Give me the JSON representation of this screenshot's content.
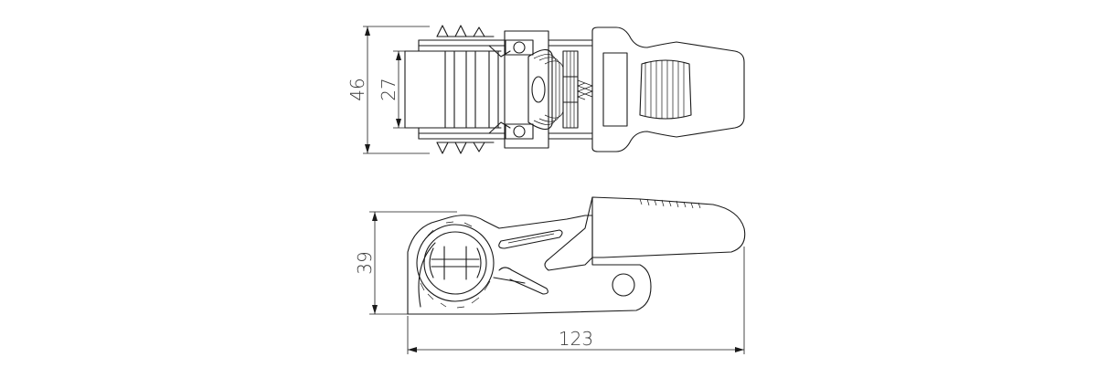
{
  "dimensions": {
    "width_total": "46",
    "inner_width": "27",
    "height": "39",
    "length": "123"
  },
  "colors": {
    "line": "#1a1a1a",
    "text": "#3a3a3a",
    "background": "#ffffff"
  }
}
